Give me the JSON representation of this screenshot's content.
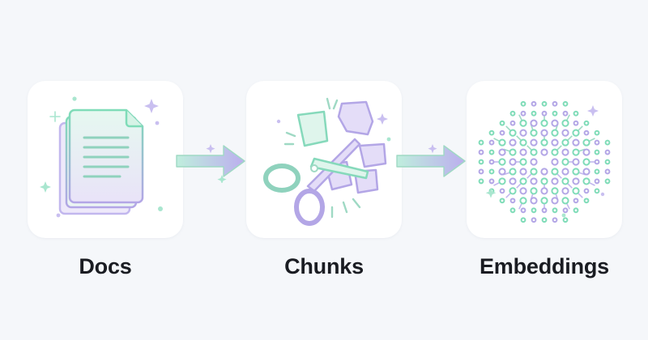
{
  "stages": [
    {
      "id": "docs",
      "label": "Docs",
      "icon": "stacked-documents-icon"
    },
    {
      "id": "chunks",
      "label": "Chunks",
      "icon": "scissors-cutting-icon"
    },
    {
      "id": "embeddings",
      "label": "Embeddings",
      "icon": "vector-network-icon"
    }
  ],
  "colors": {
    "background": "#f5f7fa",
    "card": "#ffffff",
    "mint": "#7fdcb8",
    "mint_fill": "#e2f7ee",
    "lavender": "#b3a6e6",
    "lavender_fill": "#e7e1f8",
    "label_text": "#1a1c22"
  }
}
